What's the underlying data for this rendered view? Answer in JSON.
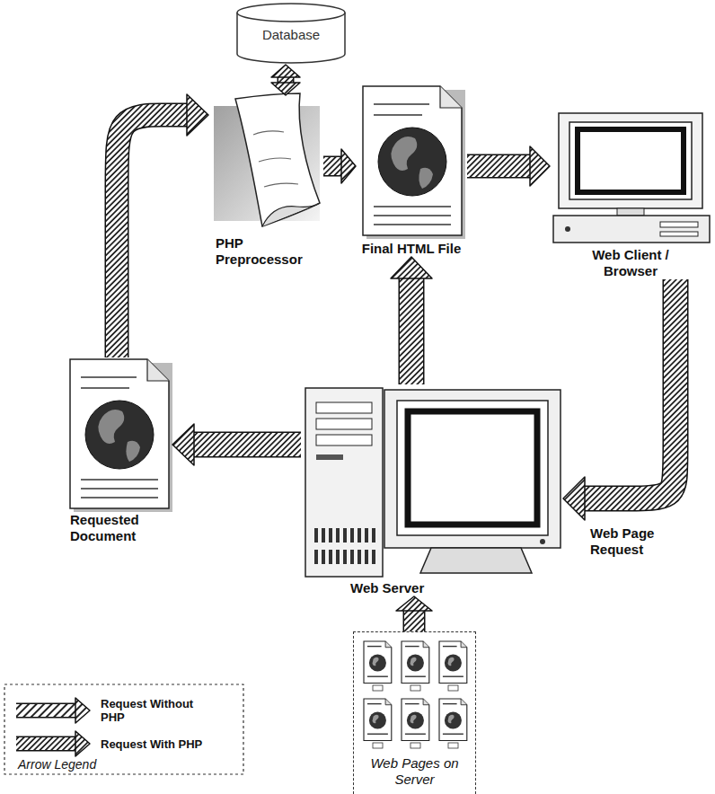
{
  "diagram": {
    "nodes": [
      {
        "text": [
          "Database"
        ]
      },
      {
        "text": [
          "PHP Preprocessor"
        ]
      },
      {
        "text": [
          "Final HTML File"
        ]
      },
      {
        "text": [
          "Web Client / Browser"
        ]
      },
      {
        "text": [
          "Requested Document"
        ]
      },
      {
        "text": [
          "Web Server"
        ]
      },
      {
        "text": [
          "Web Pages on Server"
        ]
      }
    ],
    "edges": [
      {
        "from": 0,
        "to": 1,
        "arrow": "both"
      },
      {
        "from": 4,
        "to": 1,
        "arrow": "to"
      },
      {
        "from": 1,
        "to": 2,
        "arrow": "to"
      },
      {
        "from": 2,
        "to": 3,
        "arrow": "to"
      },
      {
        "from": 3,
        "to": 5,
        "arrow": "to",
        "label": "Web Page Request"
      },
      {
        "from": 5,
        "to": 2,
        "arrow": "to"
      },
      {
        "from": 5,
        "to": 4,
        "arrow": "to"
      },
      {
        "from": 6,
        "to": 5,
        "arrow": "to"
      }
    ],
    "labels": [
      "Arrow Legend"
    ],
    "legend": [
      {
        "text": "Request Without PHP"
      },
      {
        "text": "Request With PHP"
      }
    ]
  }
}
